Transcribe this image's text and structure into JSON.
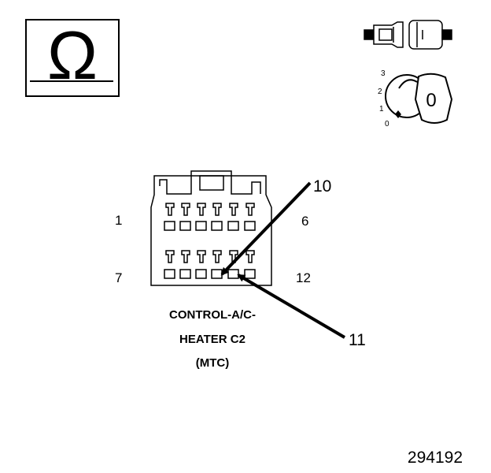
{
  "ohm_symbol": "Ω",
  "ignition": {
    "positions": [
      "0",
      "1",
      "2",
      "3"
    ],
    "key_label": "0"
  },
  "connector": {
    "pin_labels": {
      "top_left": "1",
      "top_right": "6",
      "bottom_left": "7",
      "bottom_right": "12"
    },
    "arrow_labels": {
      "upper": "10",
      "lower": "11"
    },
    "caption": [
      "CONTROL-A/C-",
      "HEATER C2",
      "(MTC)"
    ]
  },
  "figure_number": "294192"
}
